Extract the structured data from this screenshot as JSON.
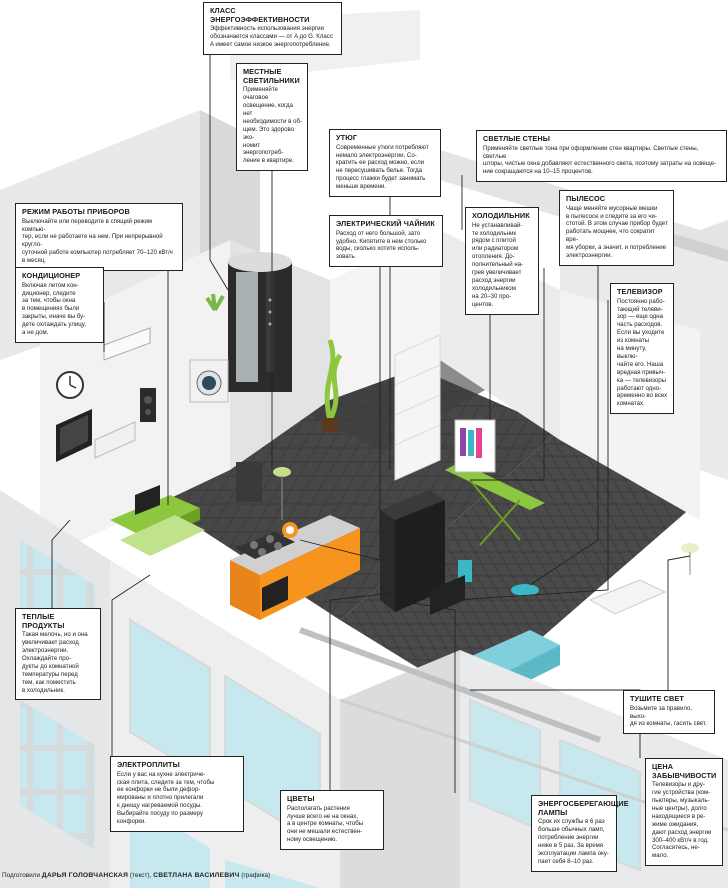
{
  "callouts": [
    {
      "id": "energy-class",
      "title": "КЛАСС ЭНЕРГОЭФФЕКТИВНОСТИ",
      "body": "Эффективность использования энергии\nобозначается классами — от A до G. Класс\nA имеет самое низкое энергопотребление."
    },
    {
      "id": "local-lights",
      "title": "МЕСТНЫЕ\nСВЕТИЛЬНИКИ",
      "body": "Применяйте очаговое\nосвещение, когда нет\nнеобходимости в об-\nщем. Это здорово эко-\nномит энергопотреб-\nление в квартире."
    },
    {
      "id": "iron",
      "title": "УТЮГ",
      "body": "Современные утюги потребляют\nнемало электроэнергии. Со-\nкратить ее расход можно, если\nне пересушивать белье. Тогда\nпроцесс глажки будет занимать\nменьше времени."
    },
    {
      "id": "light-walls",
      "title": "СВЕТЛЫЕ СТЕНЫ",
      "body": "Применяйте светлые тона при оформлении стен квартиры. Светлые стены, светлые\nшторы, чистые окна добавляют естественного света, поэтому затраты на освеще-\nние сокращаются на 10–15 процентов."
    },
    {
      "id": "device-mode",
      "title": "РЕЖИМ РАБОТЫ ПРИБОРОВ",
      "body": "Выключайте или переводите в спящий режим компью-\nтер, если не работаете на нем. При непрерывной кругло-\nсуточной работе компьютер потребляет 70–120 кВт/ч\nв месяц."
    },
    {
      "id": "kettle",
      "title": "ЭЛЕКТРИЧЕСКИЙ ЧАЙНИК",
      "body": "Расход от него большой, зато\nудобно. Кипятите в нем столько\nводы, сколько хотите исполь-\nзовать."
    },
    {
      "id": "fridge",
      "title": "ХОЛОДИЛЬНИК",
      "body": "Не устанавливай-\nте холодильник\nрядом с плитой\nили радиатором\nотопления. До-\nполнительный на-\nгрев увеличивает\nрасход энергии\nхолодильником\nна 20–30 про-\nцентов."
    },
    {
      "id": "vacuum",
      "title": "ПЫЛЕСОС",
      "body": "Чаще меняйте мусорные мешки\nв пылесосе и следите за его чи-\nстотой. В этом случае прибор будет\nработать мощнее, что сократит вре-\nмя уборки, а значит, и потребление\nэлектроэнергии."
    },
    {
      "id": "aircon",
      "title": "КОНДИЦИОНЕР",
      "body": "Включая летом кон-\nдиционер, следите\nза тем, чтобы окна\nв помещениях были\nзакрыты, иначе вы бу-\nдете охлаждать улицу,\nа не дом."
    },
    {
      "id": "tv",
      "title": "ТЕЛЕВИЗОР",
      "body": "Постоянно рабо-\nтающий телеви-\nзор — еще одна\nчасть расходов.\nЕсли вы уходите\nиз комнаты\nна минуту, выклю-\nчайте его. Наша\nвредная привыч-\nка — телевизоры\nработают одно-\nвременно во всех\nкомнатах."
    },
    {
      "id": "warm-food",
      "title": "ТЕПЛЫЕ ПРОДУКТЫ",
      "body": "Такая мелочь, но и она\nувеличивает расход\nэлектроэнергии.\nОхлаждайте про-\nдукты до комнатной\nтемпературы перед\nтем, как поместить\nв холодильник."
    },
    {
      "id": "lights-off",
      "title": "ТУШИТЕ СВЕТ",
      "body": "Возьмите за правило, выхо-\nдя из комнаты, гасить свет."
    },
    {
      "id": "stoves",
      "title": "ЭЛЕКТРОПЛИТЫ",
      "body": "Если у вас на кухне электриче-\nская плита, следите за тем, чтобы\nее конфорки не были дефор-\nмированы и плотно прилегали\nк днищу нагреваемой посуды.\nВыбирайте посуду по размеру\nконфорки."
    },
    {
      "id": "flowers",
      "title": "ЦВЕТЫ",
      "body": "Располагать растения\nлучше всего не на окнах,\nа в центре комнаты, чтобы\nони не мешали естествен-\nному освещению."
    },
    {
      "id": "lamps",
      "title": "ЭНЕРГОСБЕРЕГАЮЩИЕ\nЛАМПЫ",
      "body": "Срок их службы в 6 раз\nбольше обычных ламп,\nпотребление энергии\nниже в 5 раз. За время\nэксплуатации лампа оку-\nпает себя 8–10 раз."
    },
    {
      "id": "standby",
      "title": "ЦЕНА\nЗАБЫВЧИВОСТИ",
      "body": "Телевизоры и дру-\nгие устройства (ком-\nпьютеры, музыкаль-\nные центры), долго\nнаходящиеся в ре-\nжиме ожидания,\nдают расход энергии\n300–400 кВт/ч в год.\nСогласитесь, не-\nмало."
    }
  ],
  "credit": {
    "prefix": "Подготовили",
    "authors": "ДАРЬЯ ГОЛОВЧАНСКАЯ",
    "authors_role": "(текст),",
    "artist": "СВЕТЛАНА ВАСИЛЕВИЧ",
    "artist_role": "(графика)"
  },
  "colors": {
    "floor": "#3c3c3c",
    "floor_tile": "#4a4a4a",
    "wall": "#eeeeee",
    "wall_shade": "#d9dadb",
    "facade": "#e6e7e8",
    "glass": "#bfe6ec",
    "green": "#8dc63f",
    "orange": "#f7941d",
    "teal": "#3bb7c6",
    "line": "#222222"
  }
}
